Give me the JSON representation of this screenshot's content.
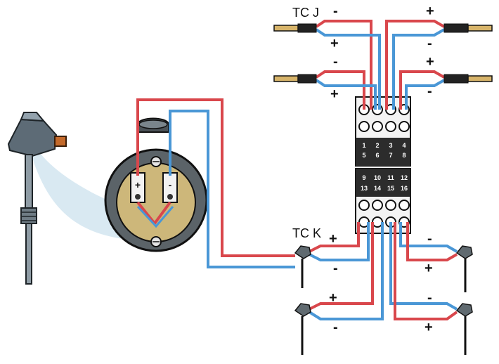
{
  "colors": {
    "red_wire": "#d9474c",
    "blue_wire": "#4a97d6",
    "terminal_block": "#f3f3f3",
    "terminal_dark": "#2c2c2c",
    "head_face": "#c9b37a",
    "probe_sheath": "#d7b46a"
  },
  "labels": {
    "tc_j": "TC J",
    "tc_k": "TC K",
    "plus": "+",
    "minus": "-"
  },
  "terminal_numbers": {
    "top_row1": [
      "1",
      "2",
      "3",
      "4"
    ],
    "top_row2": [
      "5",
      "6",
      "7",
      "8"
    ],
    "bottom_row1": [
      "9",
      "10",
      "11",
      "12"
    ],
    "bottom_row2": [
      "13",
      "14",
      "15",
      "16"
    ]
  },
  "head_terminal_marks": [
    "+",
    "-"
  ]
}
